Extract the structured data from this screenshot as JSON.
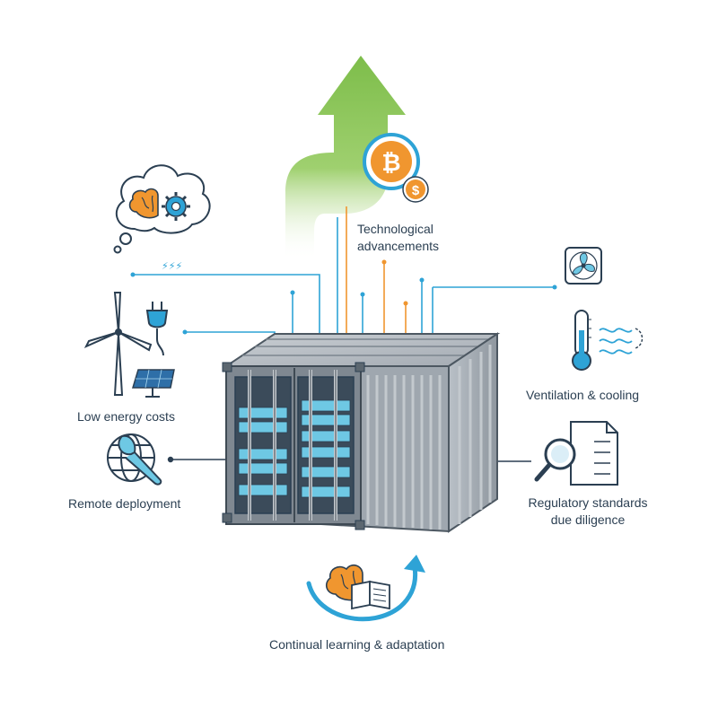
{
  "labels": {
    "tech_line1": "Technological",
    "tech_line2": "advancements",
    "energy": "Low energy costs",
    "remote": "Remote deployment",
    "ventilation": "Ventilation & cooling",
    "regulatory_line1": "Regulatory standards",
    "regulatory_line2": "due diligence",
    "learning": "Continual learning & adaptation"
  },
  "icons": {
    "bitcoin": "₿",
    "dollar": "$",
    "lightning": "⚡⚡⚡"
  },
  "colors": {
    "green_arrow": "#7dbd4a",
    "orange": "#f0962f",
    "blue": "#2ea3d6",
    "navy": "#2b3f52",
    "container_gray": "#a8afb7",
    "server_blue": "#6ec8e4"
  }
}
